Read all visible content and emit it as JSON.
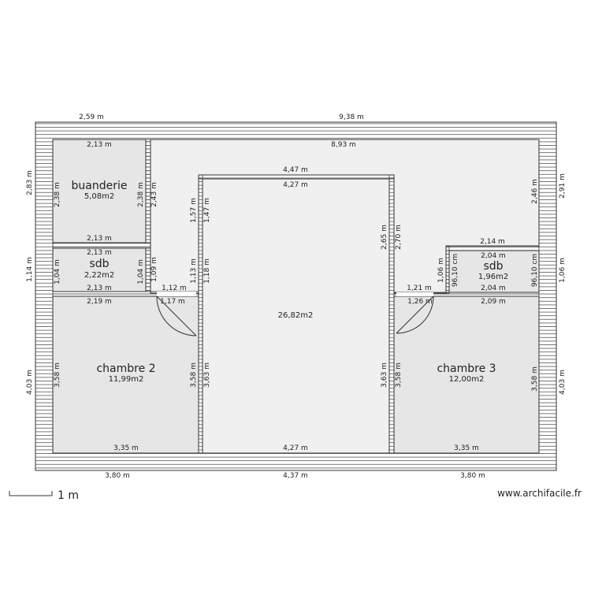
{
  "colors": {
    "room_fill": "#e6e6e6",
    "corridor_fill": "#f0f0f0",
    "wall": "#333333",
    "hatch": "#555555"
  },
  "rooms": {
    "buanderie": {
      "name": "buanderie",
      "area": "5,08m2"
    },
    "sdb_left": {
      "name": "sdb",
      "area": "2,22m2"
    },
    "chambre2": {
      "name": "chambre 2",
      "area": "11,99m2"
    },
    "center": {
      "area": "26,82m2"
    },
    "sdb_right": {
      "name": "sdb",
      "area": "1,96m2"
    },
    "chambre3": {
      "name": "chambre 3",
      "area": "12,00m2"
    }
  },
  "dimensions": {
    "outer_top_left": "2,59 m",
    "outer_top": "9,38 m",
    "outer_bottom_left": "3,80 m",
    "outer_bottom_center": "4,37 m",
    "outer_bottom_right": "3,80 m",
    "outer_left_top": "2,83 m",
    "outer_left_mid": "1,14 m",
    "outer_left_bottom": "4,03 m",
    "outer_right_top": "2,91 m",
    "outer_right_mid": "1,06 m",
    "outer_right_bottom": "4,03 m",
    "buanderie_top": "2,13 m",
    "buanderie_bottom": "2,13 m",
    "buanderie_left": "2,38 m",
    "buanderie_right": "2,38 m",
    "buanderie_right_outer": "2,43 m",
    "corridor_top": "8,93 m",
    "center_outer_top": "4,47 m",
    "center_inner_top": "4,27 m",
    "center_bottom": "4,27 m",
    "center_left_upper_outer": "1,57 m",
    "center_left_upper_inner": "1,47 m",
    "center_left_mid_outer": "1,13 m",
    "center_left_mid_inner": "1,18 m",
    "center_left_lower_outer": "3,58 m",
    "center_left_lower_inner": "3,63 m",
    "center_right_upper_outer": "2,65 m",
    "center_right_upper_inner": "2,70 m",
    "center_right_lower_outer": "3,63 m",
    "center_right_lower_inner": "3,58 m",
    "sdbL_top": "2,13 m",
    "sdbL_bottom": "2,13 m",
    "sdbL_left": "1,04 m",
    "sdbL_right": "1,04 m",
    "sdbL_right_outer": "1,09 m",
    "hallL_bottom": "1,12 m",
    "hallL_door": "1,17 m",
    "ch2_top": "2,19 m",
    "ch2_bottom": "3,35 m",
    "ch2_left": "3,58 m",
    "sdbR_outer_top": "2,14 m",
    "sdbR_top": "2,04 m",
    "sdbR_bottom": "2,04 m",
    "sdbR_left_outer": "1,06 m",
    "sdbR_left": "96,10 cm",
    "sdbR_right": "96,10 cm",
    "hallR_bottom": "1,21 m",
    "hallR_door": "1,26 m",
    "ch3_top": "2,09 m",
    "ch3_bottom": "3,35 m",
    "ch3_right": "3,58 m",
    "corridor_right": "2,46 m"
  },
  "scale": {
    "label": "1 m"
  },
  "credit": "www.archifacile.fr"
}
